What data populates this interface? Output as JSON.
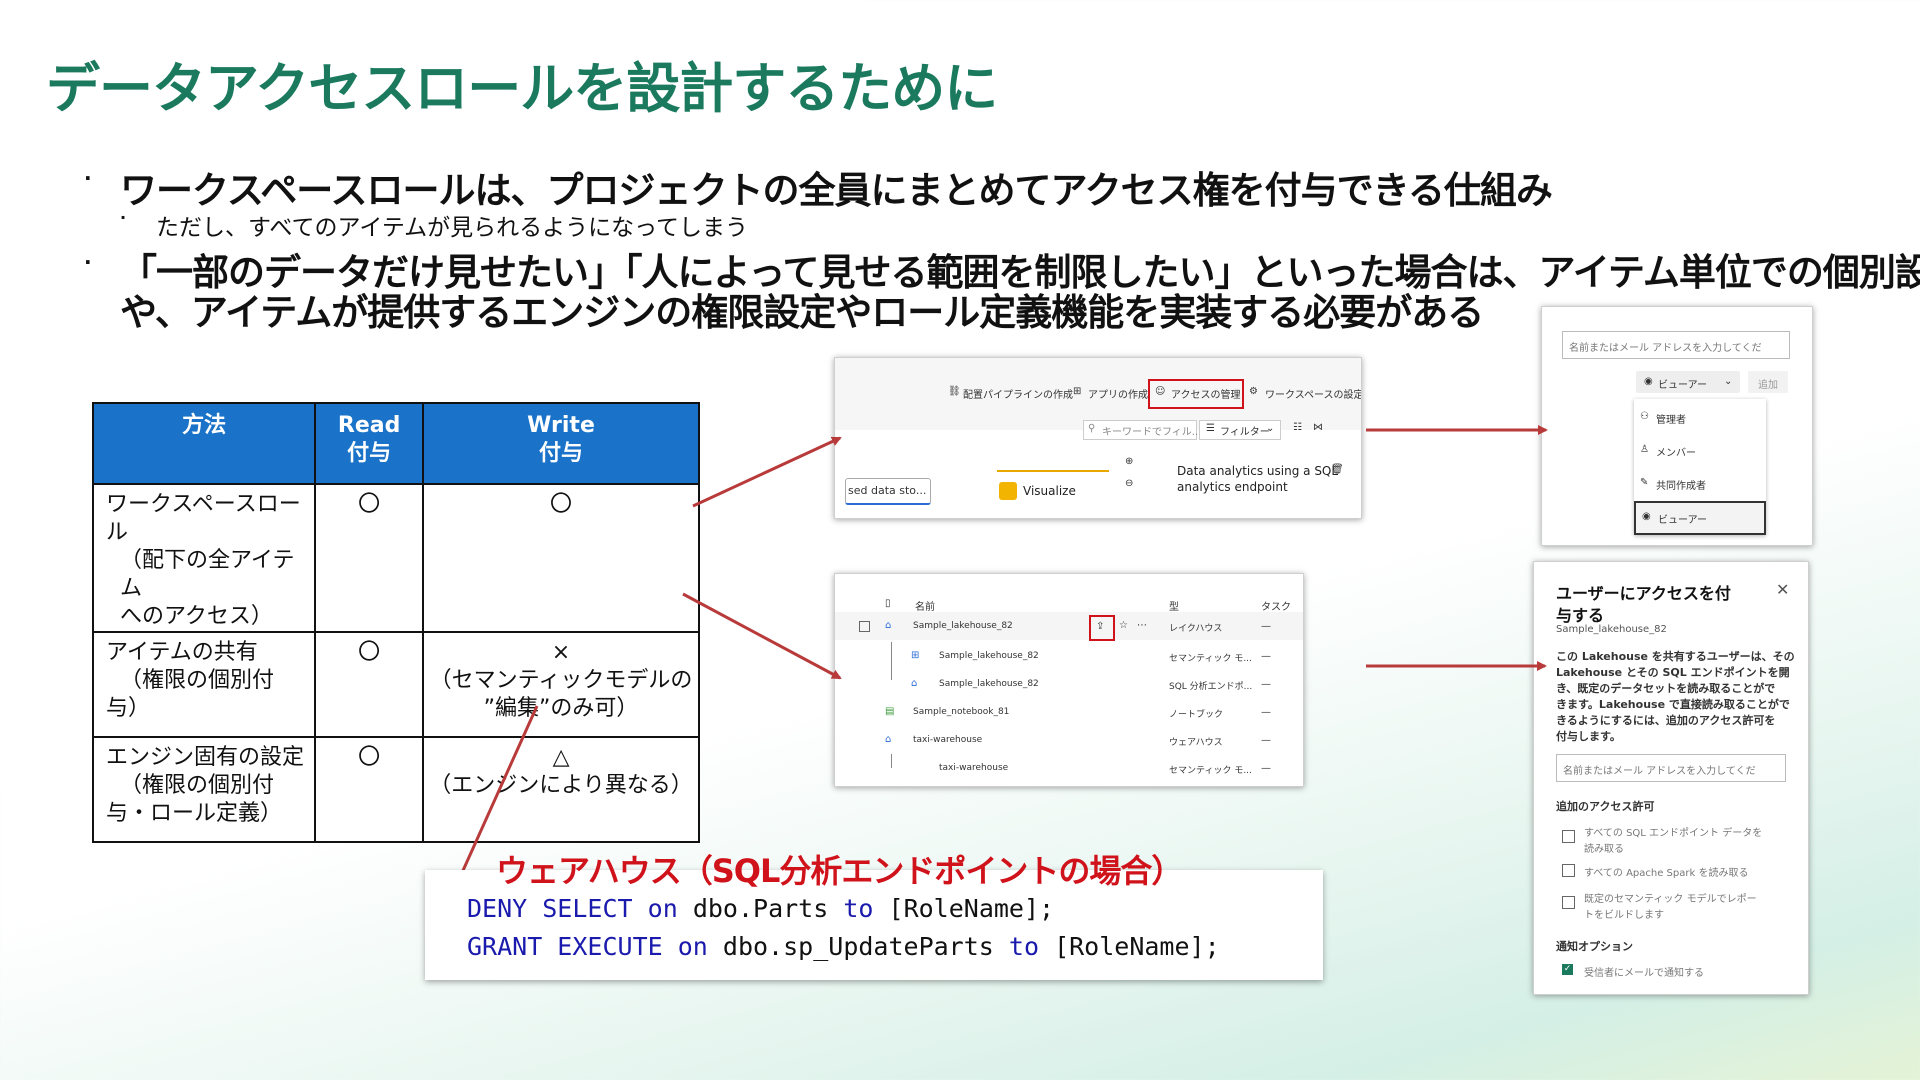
{
  "title": "データアクセスロールを設計するために",
  "bullets": {
    "b1": "ワークスペースロールは、プロジェクトの全員にまとめてアクセス権を付与できる仕組み",
    "b1_sub": "ただし、すべてのアイテムが見られるようになってしまう",
    "b2_line1": "「一部のデータだけ見せたい」「人によって見せる範囲を制限したい」といった場合は、アイテム単位での個別設定",
    "b2_line2": "や、アイテムが提供するエンジンの権限設定やロール定義機能を実装する必要がある"
  },
  "table": {
    "headers": {
      "method": "方法",
      "read_1": "Read",
      "read_2": "付与",
      "write_1": "Write",
      "write_2": "付与"
    },
    "rows": [
      {
        "m1": "ワークスペースロール",
        "m2": "（配下の全アイテム",
        "m3": "へのアクセス）",
        "read": "〇",
        "w1": "〇",
        "w2": "",
        "w3": ""
      },
      {
        "m1": "アイテムの共有",
        "m2": "（権限の個別付",
        "m3": "与）",
        "read": "〇",
        "w1": "×",
        "w2": "（セマンティックモデルの",
        "w3": "”編集”のみ可）"
      },
      {
        "m1": "エンジン固有の設定",
        "m2": "（権限の個別付",
        "m3": "与・ロール定義）",
        "read": "〇",
        "w1": "△",
        "w2": "（エンジンにより異なる）",
        "w3": ""
      }
    ]
  },
  "shot1": {
    "menu_pipeline": "配置パイプラインの作成",
    "menu_app": "アプリの作成",
    "menu_access": "アクセスの管理",
    "menu_settings": "ワークスペースの設定",
    "search_placeholder": "キーワードでフィル...",
    "filter": "フィルター",
    "item_left": "sed data sto...",
    "visualize": "Visualize",
    "desc_1": "Data analytics using a SQL",
    "desc_2": "analytics endpoint"
  },
  "shot2": {
    "input_placeholder": "名前またはメール アドレスを入力してくだ",
    "role_select": "ビューアー",
    "add_button": "追加",
    "options": [
      "管理者",
      "メンバー",
      "共同作成者",
      "ビューアー"
    ]
  },
  "shot3": {
    "col_name": "名前",
    "col_type": "型",
    "col_task": "タスク",
    "rows": [
      {
        "name": "Sample_lakehouse_82",
        "type": "レイクハウス",
        "task": "—"
      },
      {
        "name": "Sample_lakehouse_82",
        "type": "セマンティック モ...",
        "task": "—"
      },
      {
        "name": "Sample_lakehouse_82",
        "type": "SQL 分析エンドポ...",
        "task": "—"
      },
      {
        "name": "Sample_notebook_81",
        "type": "ノートブック",
        "task": "—"
      },
      {
        "name": "taxi-warehouse",
        "type": "ウェアハウス",
        "task": "—"
      },
      {
        "name": "taxi-warehouse",
        "type": "セマンティック モ...",
        "task": "—"
      }
    ]
  },
  "shot4": {
    "title_1": "ユーザーにアクセスを付",
    "title_2": "与する",
    "subtitle": "Sample_lakehouse_82",
    "desc": [
      "この Lakehouse を共有するユーザーは、その",
      "Lakehouse とその SQL エンドポイントを開",
      "き、既定のデータセットを読み取ることがで",
      "きます。Lakehouse で直接読み取ることがで",
      "きるようにするには、追加のアクセス許可を",
      "付与します。"
    ],
    "input_placeholder": "名前またはメール アドレスを入力してくだ",
    "extra_heading": "追加のアクセス許可",
    "opt1_1": "すべての SQL エンドポイント データを",
    "opt1_2": "読み取る",
    "opt2": "すべての Apache Spark を読み取る",
    "opt3_1": "既定のセマンティック モデルでレポー",
    "opt3_2": "トをビルドします",
    "notify_heading": "通知オプション",
    "notify_opt": "受信者にメールで通知する"
  },
  "code": {
    "heading": "ウェアハウス（SQL分析エンドポイントの場合）",
    "l1_kw1": "DENY SELECT",
    "l1_kw2": "on",
    "l1_obj": "dbo.Parts",
    "l1_kw3": "to",
    "l1_role": "[RoleName];",
    "l2_kw1": "GRANT EXECUTE",
    "l2_kw2": "on",
    "l2_obj": "dbo.sp_UpdateParts",
    "l2_kw3": "to",
    "l2_role": "[RoleName];"
  },
  "colors": {
    "title": "#1b7a5e",
    "table_header": "#1a73c8",
    "arrow": "#b83a3a",
    "highlight": "#d0121b",
    "code_keyword": "#1a1aad"
  }
}
